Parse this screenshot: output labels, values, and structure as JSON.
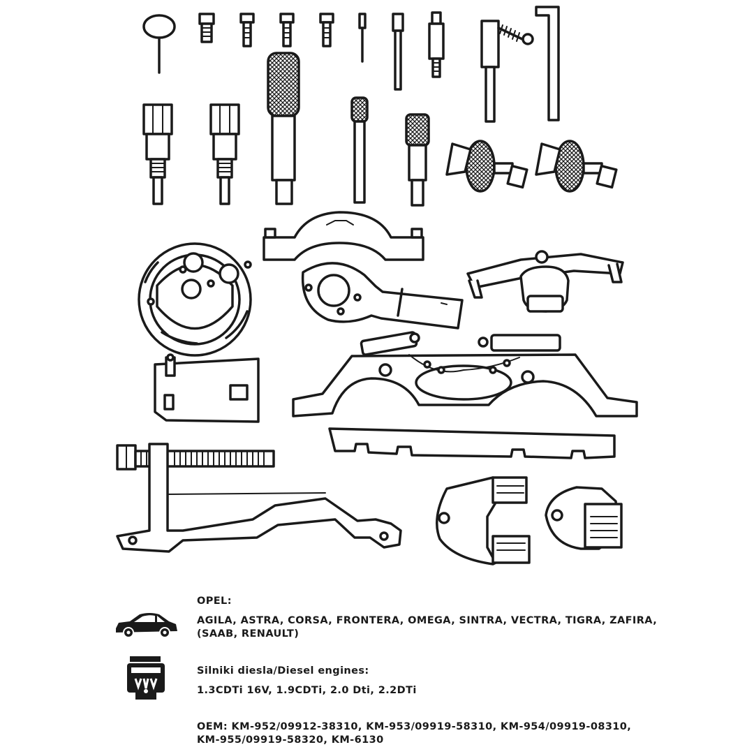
{
  "brand": {
    "label": "OPEL:",
    "models_line1": "AGILA, ASTRA, CORSA, FRONTERA, OMEGA, SINTRA, VECTRA, TIGRA, ZAFIRA,",
    "models_line2": "(SAAB, RENAULT)"
  },
  "engines": {
    "heading": "Silniki diesla/Diesel engines:",
    "list": "1.3CDTi 16V, 1.9CDTi, 2.0 Dti, 2.2DTi"
  },
  "oem": {
    "line1": "OEM: KM-952/09912-38310, KM-953/09919-58310, KM-954/09919-08310,",
    "line2": "KM-955/09919-58320, KM-6130"
  },
  "icons": {
    "car": "car-icon",
    "engine": "engine-icon"
  },
  "colors": {
    "ink": "#1a1a1a",
    "background": "#ffffff"
  }
}
